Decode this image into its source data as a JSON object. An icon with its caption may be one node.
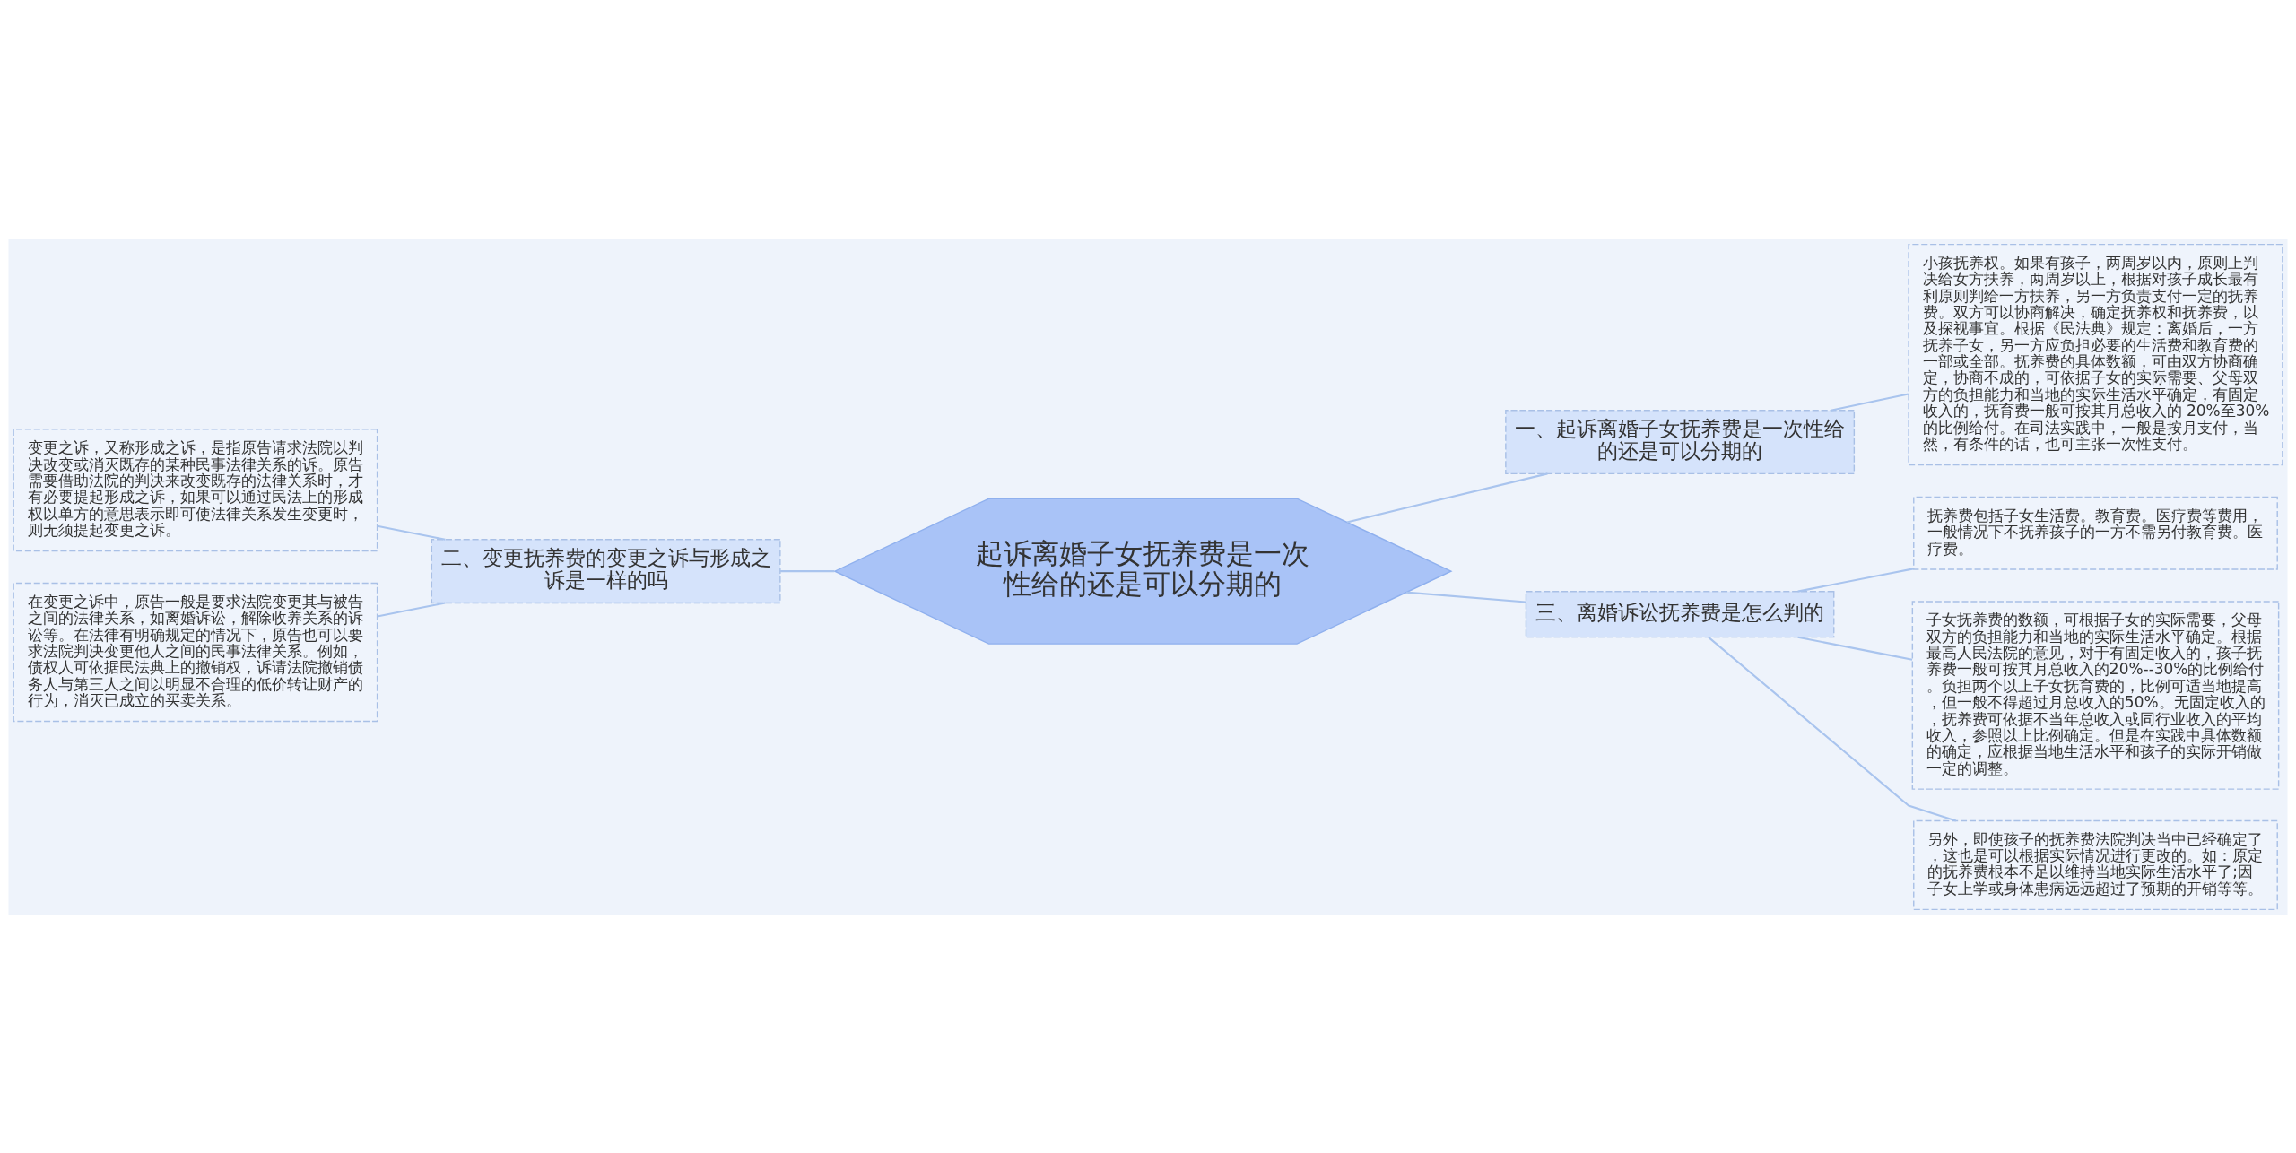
{
  "diagram": {
    "nodes": [
      {
        "text": [
          "起诉离婚子女抚养费是一次性给的还是可以分期的"
        ]
      },
      {
        "text": [
          "一、起诉离婚子女抚养费是一次性给的还是可以分期的"
        ]
      },
      {
        "text": [
          "小孩抚养权。如果有孩子，两周岁以内，原则上判决给女方扶养，两周岁以上，根据对孩子成长最有利原则判给一方扶养，另一方负责支付一定的抚养费。双方可以协商解决，确定抚养权和抚养费，以及探视事宜。根据《民法典》规定：离婚后，一方抚养子女，另一方应负担必要的生活费和教育费的一部或全部。抚养费的具体数额，可由双方协商确定，协商不成的，可依据子女的实际需要、父母双方的负担能力和当地的实际生活水平确定，有固定收入的，抚育费一般可按其月总收入的 20%至30%的比例给付。在司法实践中，一般是按月支付，当然，有条件的话，也可主张一次性支付。"
        ]
      },
      {
        "text": [
          "二、变更抚养费的变更之诉与形成之诉是一样的吗"
        ]
      },
      {
        "text": [
          "变更之诉，又称形成之诉，是指原告请求法院以判决改变或消灭既存的某种民事法律关系的诉。原告需要借助法院的判决来改变既存的法律关系时，才有必要提起形成之诉，如果可以通过民法上的形成权以单方的意思表示即可使法律关系发生变更时，则无须提起变更之诉。"
        ]
      },
      {
        "text": [
          "在变更之诉中，原告一般是要求法院变更其与被告之间的法律关系，如离婚诉讼，解除收养关系的诉讼等。在法律有明确规定的情况下，原告也可以要求法院判决变更他人之间的民事法律关系。例如，债权人可依据民法典上的撤销权，诉请法院撤销债务人与第三人之间以明显不合理的低价转让财产的行为，消灭已成立的买卖关系。"
        ]
      },
      {
        "text": [
          "三、离婚诉讼抚养费是怎么判的"
        ]
      },
      {
        "text": [
          "抚养费包括子女生活费。教育费。医疗费等费用，一般情况下不抚养孩子的一方不需另付教育费。医疗费。"
        ]
      },
      {
        "text": [
          "子女抚养费的数额，可根据子女的实际需要，父母双方的负担能力和当地的实际生活水平确定。根据最高人民法院的意见，对于有固定收入的，孩子抚养费一般可按其月总收入的20%--30%的比例给付。负担两个以上子女抚育费的，比例可适当地提高，但一般不得超过月总收入的50%。无固定收入的，抚养费可依据不当年总收入或同行业收入的平均收入，参照以上比例确定。但是在实践中具体数额的确定，应根据当地生活水平和孩子的实际开销做一定的调整。"
        ]
      },
      {
        "text": [
          "另外，即使孩子的抚养费法院判决当中已经确定了，这也是可以根据实际情况进行更改的。如：原定的抚养费根本不足以维持当地实际生活水平了;因子女上学或身体患病远远超过了预期的开销等等。"
        ]
      }
    ],
    "edges": [
      {
        "from": 0,
        "to": 1,
        "arrow": "none"
      },
      {
        "from": 1,
        "to": 2,
        "arrow": "none"
      },
      {
        "from": 0,
        "to": 3,
        "arrow": "none"
      },
      {
        "from": 3,
        "to": 4,
        "arrow": "none"
      },
      {
        "from": 3,
        "to": 5,
        "arrow": "none"
      },
      {
        "from": 0,
        "to": 6,
        "arrow": "none"
      },
      {
        "from": 6,
        "to": 7,
        "arrow": "none"
      },
      {
        "from": 6,
        "to": 8,
        "arrow": "none"
      },
      {
        "from": 6,
        "to": 9,
        "arrow": "none"
      }
    ]
  }
}
